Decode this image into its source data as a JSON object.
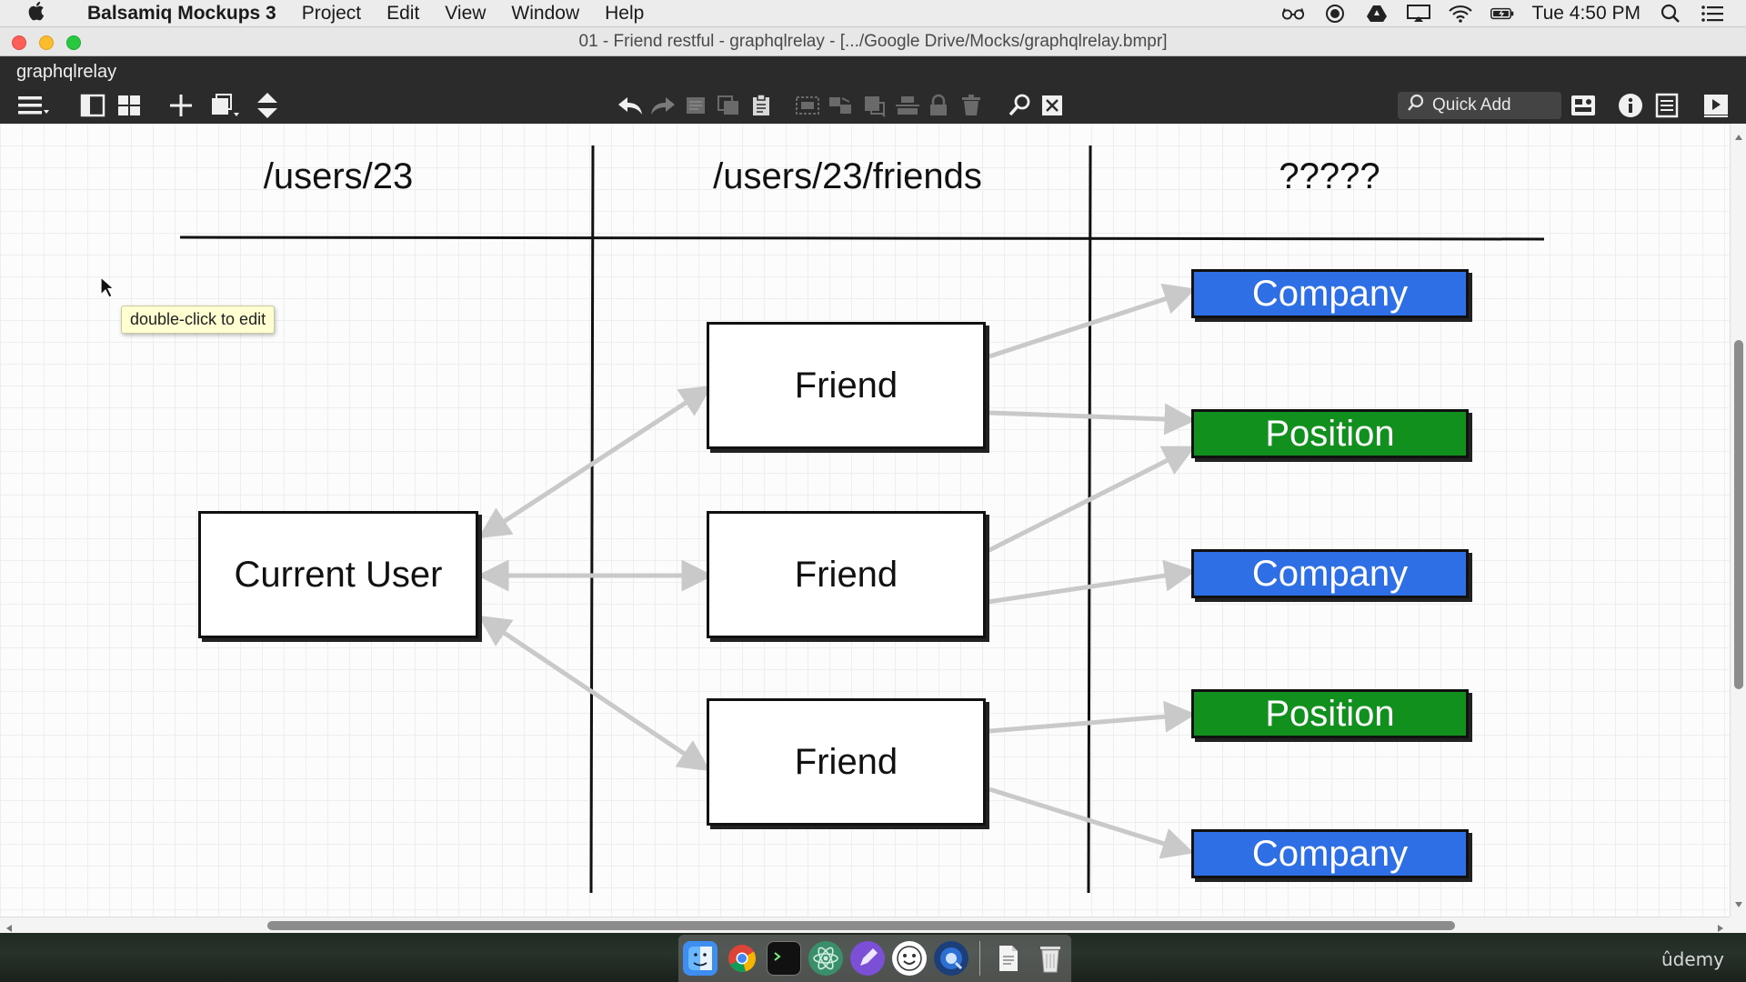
{
  "menubar": {
    "app_name": "Balsamiq Mockups 3",
    "items": [
      "Project",
      "Edit",
      "View",
      "Window",
      "Help"
    ],
    "clock": "Tue 4:50 PM"
  },
  "window": {
    "title": "01 - Friend restful - graphqlrelay - [.../Google Drive/Mocks/graphqlrelay.bmpr]",
    "project_name": "graphqlrelay"
  },
  "toolbar": {
    "quick_add_placeholder": "Quick Add"
  },
  "canvas": {
    "columns": [
      "/users/23",
      "/users/23/friends",
      "?????"
    ],
    "current_user": "Current User",
    "friends": [
      "Friend",
      "Friend",
      "Friend"
    ],
    "tags": [
      {
        "label": "Company",
        "kind": "company"
      },
      {
        "label": "Position",
        "kind": "position"
      },
      {
        "label": "Company",
        "kind": "company"
      },
      {
        "label": "Position",
        "kind": "position"
      },
      {
        "label": "Company",
        "kind": "company"
      }
    ],
    "tooltip": "double-click to edit"
  },
  "colors": {
    "company": "#2f6fe6",
    "position": "#12901e",
    "connector": "#c9c9c9"
  },
  "watermark": "ûdemy"
}
